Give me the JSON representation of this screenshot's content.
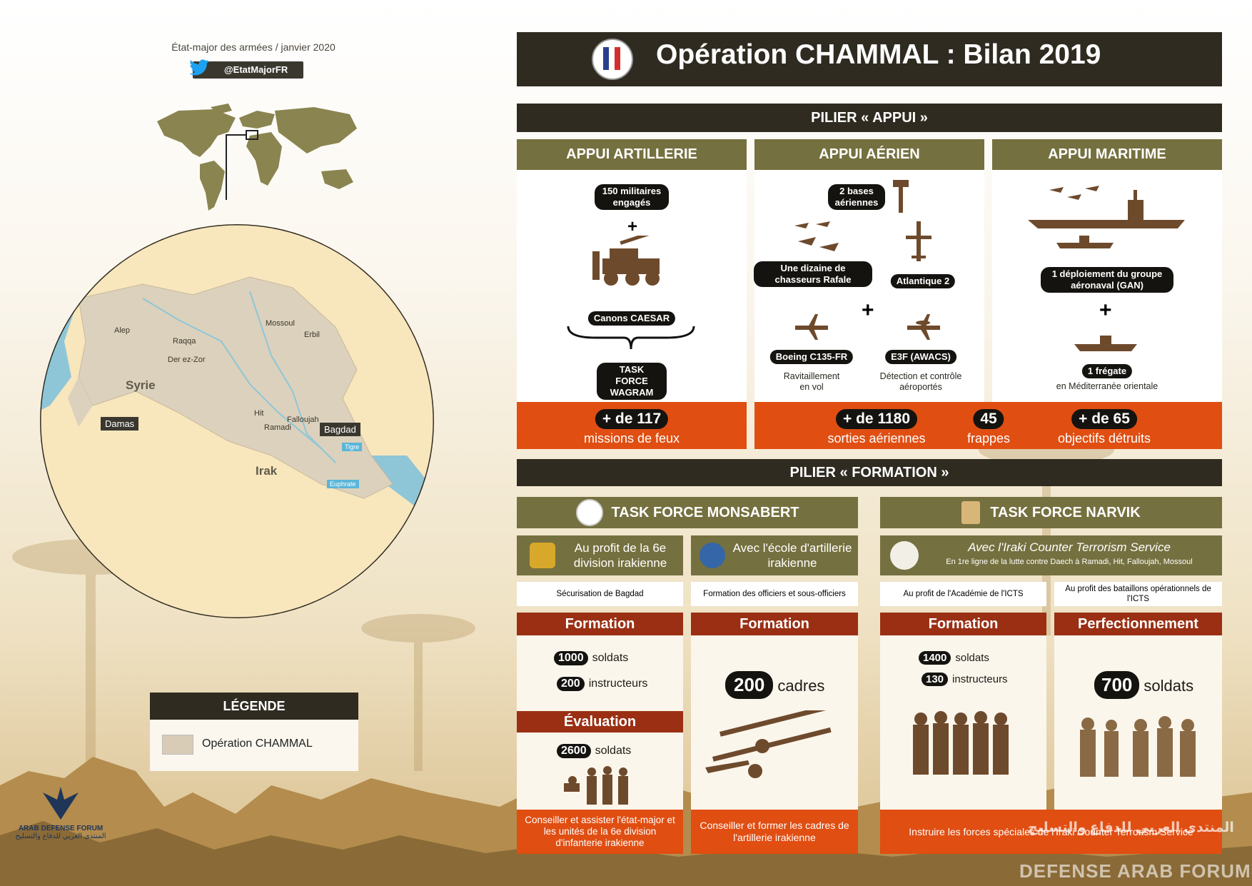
{
  "source": "État-major des armées / janvier 2020",
  "twitter": "@EtatMajorFR",
  "title": "Opération CHAMMAL : Bilan 2019",
  "map": {
    "cities": [
      "Alep",
      "Raqqa",
      "Der ez-Zor",
      "Mossoul",
      "Erbil",
      "Damas",
      "Hit",
      "Ramadi",
      "Falloujah",
      "Bagdad"
    ],
    "countries": [
      "Syrie",
      "Irak"
    ],
    "rivers": [
      "Tigre",
      "Euphrate"
    ]
  },
  "legend": {
    "title": "LÉGENDE",
    "item": "Opération CHAMMAL",
    "swatch_color": "#d9ccb7"
  },
  "appui": {
    "title": "PILIER « APPUI »",
    "artillerie": {
      "title": "APPUI ARTILLERIE",
      "pill1": "150 militaires engagés",
      "plus": "+",
      "pill2": "Canons CAESAR",
      "pill3": "TASK FORCE WAGRAM",
      "stat_value": "+ de 117",
      "stat_label": "missions de feux"
    },
    "aerien": {
      "title": "APPUI AÉRIEN",
      "bases": "2 bases aériennes",
      "rafale": "Une dizaine de chasseurs Rafale",
      "atlantique": "Atlantique 2",
      "plus": "+",
      "boeing": "Boeing C135-FR",
      "boeing_desc": "Ravitaillement en vol",
      "e3f": "E3F (AWACS)",
      "e3f_desc": "Détection et contrôle aéroportés",
      "stat1_value": "+ de 1180",
      "stat1_label": "sorties aériennes",
      "stat2_value": "45",
      "stat2_label": "frappes",
      "stat3_value": "+ de 65",
      "stat3_label": "objectifs détruits"
    },
    "maritime": {
      "title": "APPUI MARITIME",
      "gan": "1 déploiement du groupe aéronaval (GAN)",
      "plus": "+",
      "fregate": "1 frégate",
      "fregate_desc": "en Méditerranée orientale"
    }
  },
  "formation": {
    "title": "PILIER « FORMATION »",
    "monsabert": {
      "title": "TASK FORCE MONSABERT",
      "sub1": "Au profit de la 6e division irakienne",
      "sub2": "Avec l'école d'artillerie irakienne",
      "desc1": "Sécurisation de Bagdad",
      "desc2": "Formation des officiers et sous-officiers",
      "col1_head": "Formation",
      "col1_n1": "1000",
      "col1_l1": "soldats",
      "col1_n2": "200",
      "col1_l2": "instructeurs",
      "eval_head": "Évaluation",
      "eval_n": "2600",
      "eval_l": "soldats",
      "col1_footer": "Conseiller et assister l'état-major et les unités de la 6e division d'infanterie irakienne",
      "col2_head": "Formation",
      "col2_n": "200",
      "col2_l": "cadres",
      "col2_footer": "Conseiller et former les cadres de l'artillerie irakienne"
    },
    "narvik": {
      "title": "TASK FORCE NARVIK",
      "sub": "Avec l'Iraki Counter Terrorism Service",
      "sub_small": "En 1re ligne de la lutte contre Daech à Ramadi, Hit, Falloujah, Mossoul",
      "desc1": "Au profit de l'Académie de l'ICTS",
      "desc2": "Au profit des bataillons opérationnels de l'ICTS",
      "col1_head": "Formation",
      "col1_n1": "1400",
      "col1_l1": "soldats",
      "col1_n2": "130",
      "col1_l2": "instructeurs",
      "col2_head": "Perfectionnement",
      "col2_n": "700",
      "col2_l": "soldats",
      "footer": "Instruire les forces spéciales de l'Iraki Counter Terrorism Service"
    }
  },
  "watermark": {
    "brand": "ARAB DEFENSE FORUM",
    "bottom": "DEFENSE ARAB FORUM",
    "arabic": "المنتدى العربي للدفاع والتسليح"
  }
}
